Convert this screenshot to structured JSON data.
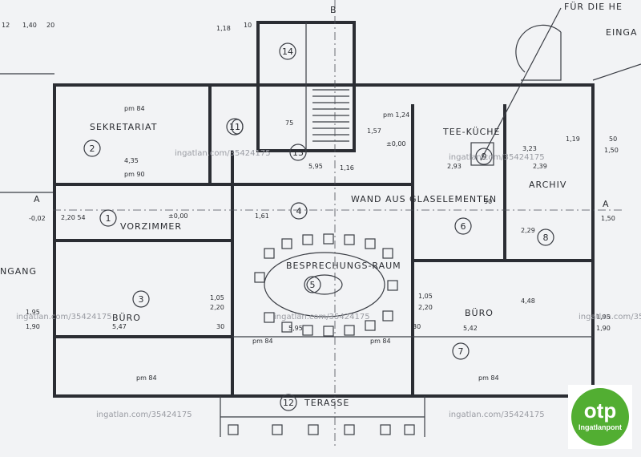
{
  "plan": {
    "rooms": [
      {
        "id": "r1",
        "number": "1",
        "name": "VORZIMMER"
      },
      {
        "id": "r2",
        "number": "2",
        "name": "SEKRETARIAT"
      },
      {
        "id": "r3",
        "number": "3",
        "name": "BÜRO"
      },
      {
        "id": "r4",
        "number": "4",
        "name": ""
      },
      {
        "id": "r5",
        "number": "5",
        "name": "BESPRECHUNGS-RAUM"
      },
      {
        "id": "r6",
        "number": "6",
        "name": ""
      },
      {
        "id": "r7",
        "number": "7",
        "name": "BÜRO"
      },
      {
        "id": "r8",
        "number": "8",
        "name": ""
      },
      {
        "id": "r9",
        "number": "9",
        "name": "TEE-KÜCHE"
      },
      {
        "id": "r11",
        "number": "11",
        "name": ""
      },
      {
        "id": "r12",
        "number": "12",
        "name": "TERASSE"
      },
      {
        "id": "r13",
        "number": "13",
        "name": ""
      },
      {
        "id": "r14",
        "number": "14",
        "name": ""
      }
    ],
    "archive_label": "ARCHIV",
    "glass_wall_note": "WAND AUS GLASELEMENTEN",
    "top_note": "FÜR DIE HE",
    "entrance_note": "EINGA VERW",
    "entrance_left": "NGANG",
    "section_a": "A",
    "section_b": "B",
    "dims": {
      "d_435": "4,35",
      "d_547": "5,47",
      "d_542": "5,42",
      "d_595": "5,95",
      "d_595b": "5,95",
      "d_239": "2,39",
      "d_293": "2,93",
      "d_pm84": "pm 84",
      "d_pm84b": "pm 84",
      "d_pm84c": "pm 84",
      "d_pm84d": "pm 84",
      "d_pm84e": "pm 84",
      "d_pm90": "pm 90",
      "d_pm124": "pm 1,24",
      "d_000": "±0,00",
      "d_000b": "±0,00",
      "d_002": "-0,02",
      "d_140": "1,40",
      "d_118": "1,18",
      "d_150": "1,50",
      "d_150b": "1,50",
      "d_195": "1,95",
      "d_190": "1,90",
      "d_195b": "1,95",
      "d_190b": "1,90",
      "d_105": "1,05",
      "d_220": "2,20",
      "d_105b": "1,05",
      "d_220b": "2,20",
      "d_448": "4,48",
      "d_229": "2,29",
      "d_323": "3,23",
      "d_119": "1,19",
      "d_157": "1,57",
      "d_116": "1,16",
      "d_161": "1,61",
      "d_075": "75",
      "d_12": "12",
      "d_20": "20",
      "d_10": "10",
      "d_30": "30",
      "d_30b": "30",
      "d_90": "90",
      "d_50": "50",
      "d_220_54": "2,20 54"
    },
    "watermarks": [
      "ingatlan.com/35424175",
      "ingatlan.com/35424175",
      "ingatlan.com/35424175",
      "ingatlan.com/35424175",
      "ingatlan.com/35424175",
      "ingatlan.com/35424175",
      "ingatlan.com/35424175"
    ]
  },
  "logo": {
    "mark": "otp",
    "sub": "Ingatlanpont",
    "color": "#52ae32"
  }
}
